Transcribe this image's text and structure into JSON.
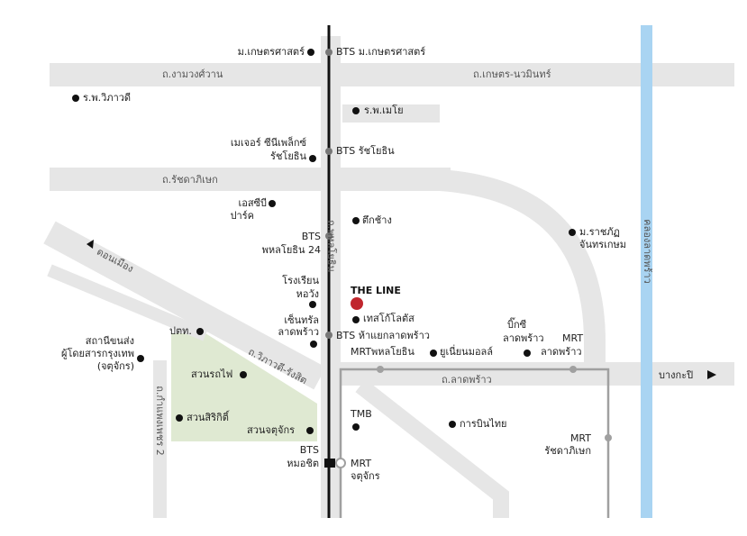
{
  "colors": {
    "road": "#e6e6e6",
    "park": "#dfe9d2",
    "canal": "#a9d4f2",
    "bts_line": "#111111",
    "mrt_line": "#a0a0a0",
    "project": "#c0262d",
    "text": "#222222"
  },
  "roads": {
    "ngamwongwan": "ถ.งามวงศ์วาน",
    "kaset_nawamin": "ถ.เกษตร-นวมินทร์",
    "ratchadaphisek": "ถ.รัชดาภิเษก",
    "phahonyothin": "ถ.พหลโยธิน",
    "vibhavadi": "ถ.วิภาวดี-รังสิต",
    "ladprao": "ถ.ลาดพร้าว",
    "kamphaeng_phet_2": "ถ.กำแพงเพชร 2"
  },
  "directions": {
    "don_mueang": "ดอนเมือง",
    "bang_kapi": "บางกะปิ"
  },
  "canal": {
    "name": "คลองลาดพร้าว"
  },
  "stations": {
    "bts_kaset": "BTS ม.เกษตรศาสตร์",
    "bts_ratchayothin": "BTS รัชโยธิน",
    "bts_phahon24": [
      "BTS",
      "พหลโยธิน 24"
    ],
    "bts_hayaek": "BTS ห้าแยกลาดพร้าว",
    "mrt_phahon": "MRTพหลโยธิน",
    "mrt_ladprao": [
      "MRT",
      "ลาดพร้าว"
    ],
    "mrt_ratchada": [
      "MRT",
      "รัชดาภิเษก"
    ],
    "bts_mochit": [
      "BTS",
      "หมอชิต"
    ],
    "mrt_chatuchak": [
      "MRT",
      "จตุจักร"
    ]
  },
  "places": {
    "kaset_univ": "ม.เกษตรศาสตร์",
    "vibharam_hosp": "ร.พ.วิภาวดี",
    "mayo_hosp": "ร.พ.เมโย",
    "major": [
      "เมเจอร์ ซีนีเพล็กซ์",
      "รัชโยธิน"
    ],
    "scb_park": [
      "เอสซีบี",
      "ปาร์ค"
    ],
    "elephant": "ตึกช้าง",
    "rajabhat": [
      "ม.ราชภัฏ",
      "จันทรเกษม"
    ],
    "school": [
      "โรงเรียน",
      "หอวัง"
    ],
    "central": [
      "เซ็นทรัล",
      "ลาดพร้าว"
    ],
    "tesco": "เทสโก้โลตัส",
    "bigc": [
      "บิ๊กซี",
      "ลาดพร้าว"
    ],
    "union_mall": "ยูเนี่ยนมอลล์",
    "post": "ปตท.",
    "railway_park": "สวนรถไฟ",
    "sirikit_park": "สวนสิริกิติ์",
    "chatuchak_park": "สวนจตุจักร",
    "tmb": "TMB",
    "thai_airways": "การบินไทย",
    "bts_terminal": [
      "สถานีขนส่ง",
      "ผู้โดยสารกรุงเทพ",
      "(จตุจักร)"
    ]
  },
  "project": {
    "name": "THE LINE"
  }
}
